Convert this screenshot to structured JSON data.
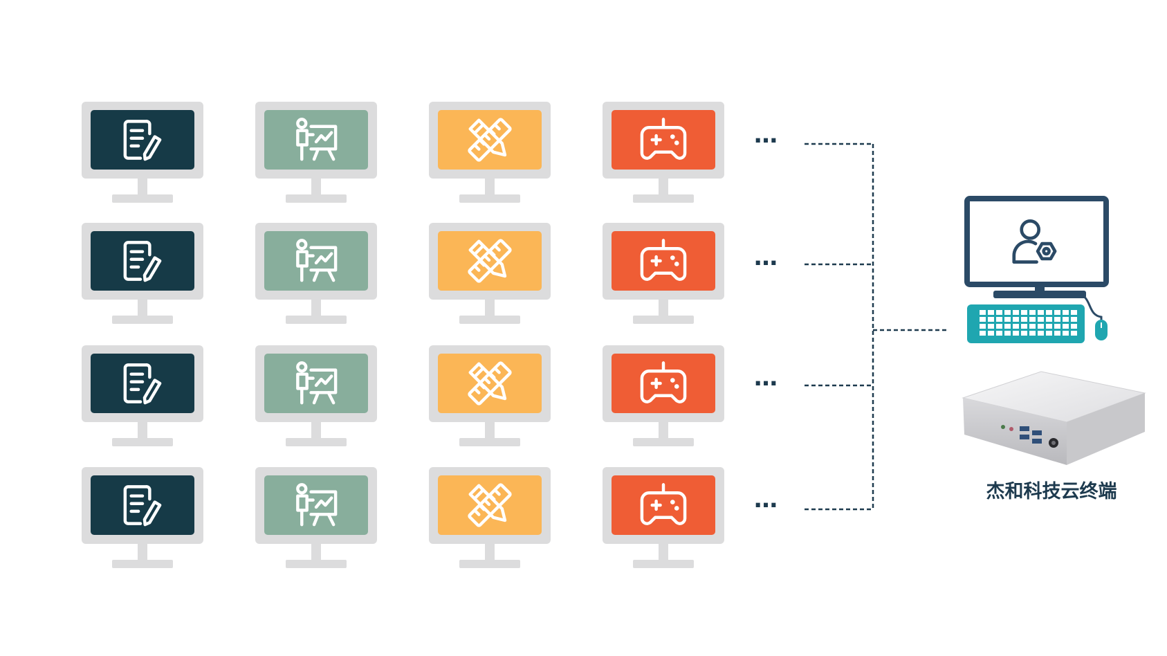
{
  "caption": "杰和科技云终端",
  "ellipsis": "…",
  "colors": {
    "frame": "#dcdcdd",
    "dark": "#163a47",
    "sage": "#88ae9c",
    "amber": "#fbb656",
    "red": "#ef5d35",
    "line": "#1d3a4e",
    "host_frame": "#2b4a66",
    "keyboard": "#1fa6b0",
    "box_light": "#eeeeef",
    "box_side": "#c8c8cb"
  },
  "rows": [
    {
      "name": "row-1",
      "clients": [
        {
          "icon": "document-edit-icon",
          "color": "dark"
        },
        {
          "icon": "presentation-icon",
          "color": "sage"
        },
        {
          "icon": "ruler-pencil-icon",
          "color": "amber"
        },
        {
          "icon": "gamepad-icon",
          "color": "red"
        }
      ]
    },
    {
      "name": "row-2",
      "clients": [
        {
          "icon": "document-edit-icon",
          "color": "dark"
        },
        {
          "icon": "presentation-icon",
          "color": "sage"
        },
        {
          "icon": "ruler-pencil-icon",
          "color": "amber"
        },
        {
          "icon": "gamepad-icon",
          "color": "red"
        }
      ]
    },
    {
      "name": "row-3",
      "clients": [
        {
          "icon": "document-edit-icon",
          "color": "dark"
        },
        {
          "icon": "presentation-icon",
          "color": "sage"
        },
        {
          "icon": "ruler-pencil-icon",
          "color": "amber"
        },
        {
          "icon": "gamepad-icon",
          "color": "red"
        }
      ]
    },
    {
      "name": "row-4",
      "clients": [
        {
          "icon": "document-edit-icon",
          "color": "dark"
        },
        {
          "icon": "presentation-icon",
          "color": "sage"
        },
        {
          "icon": "ruler-pencil-icon",
          "color": "amber"
        },
        {
          "icon": "gamepad-icon",
          "color": "red"
        }
      ]
    }
  ],
  "host": {
    "icon": "user-settings-icon"
  }
}
